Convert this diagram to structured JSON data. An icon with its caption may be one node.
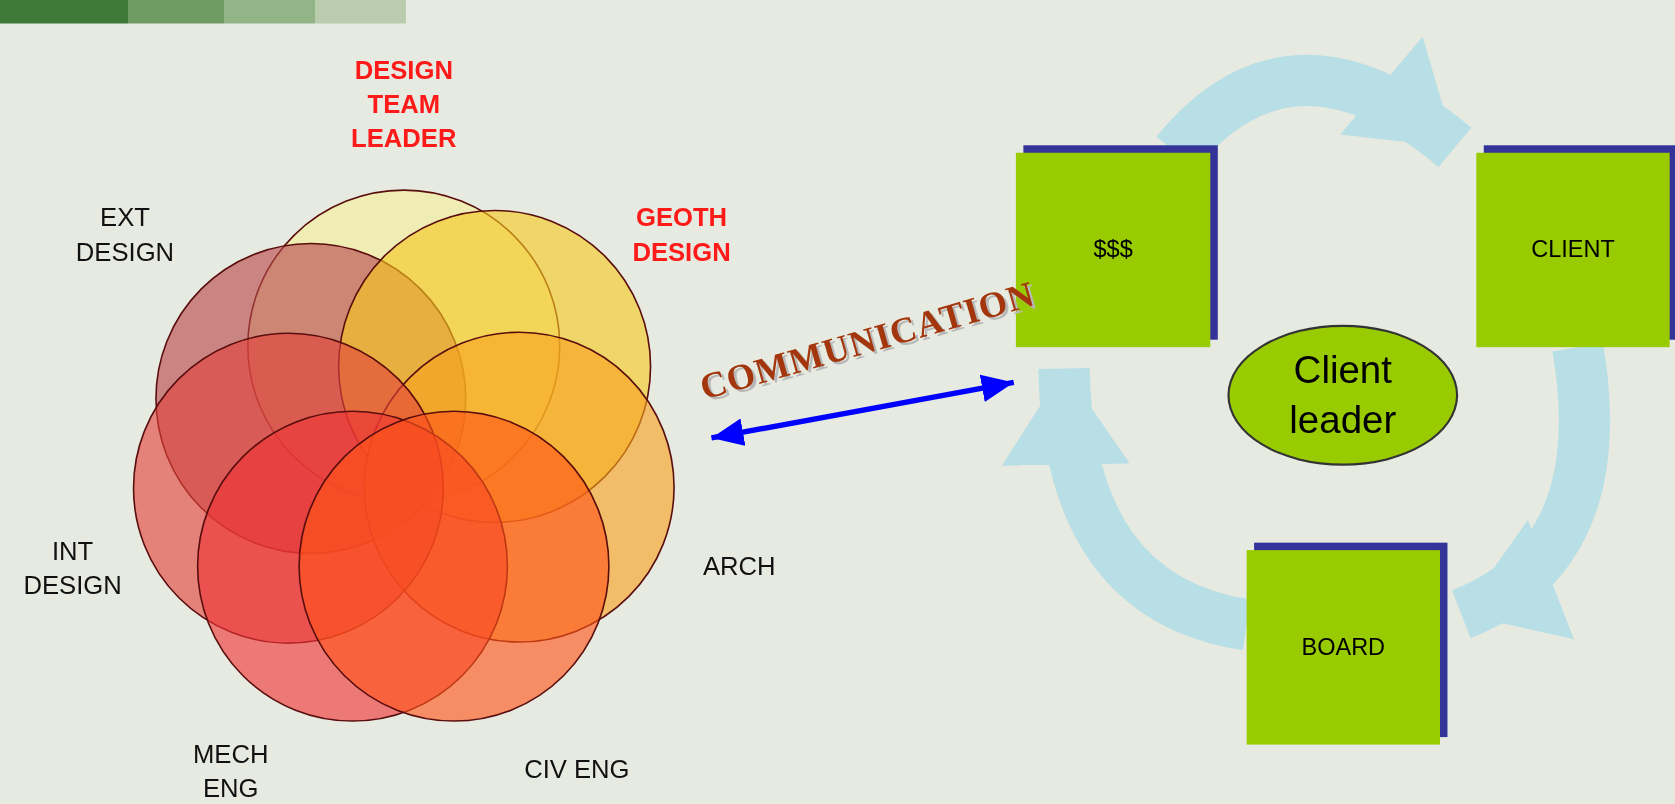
{
  "diagram": {
    "nodes": [
      {
        "text": [
          "DESIGN TEAM LEADER"
        ]
      },
      {
        "text": [
          "EXT DESIGN"
        ]
      },
      {
        "text": [
          "GEOTH DESIGN"
        ]
      },
      {
        "text": [
          "$$$"
        ]
      },
      {
        "text": [
          "CLIENT"
        ]
      },
      {
        "text": [
          "Client leader"
        ]
      },
      {
        "text": [
          "ARCH"
        ]
      },
      {
        "text": [
          "INT DESIGN"
        ]
      },
      {
        "text": [
          "BOARD"
        ]
      },
      {
        "text": [
          "MECH ENG"
        ]
      },
      {
        "text": [
          "CIV ENG"
        ]
      }
    ],
    "edges": [
      {
        "from": 3,
        "to": 4,
        "arrow": "to"
      },
      {
        "from": 4,
        "to": 8,
        "arrow": "to"
      },
      {
        "from": 8,
        "to": 3,
        "arrow": "to"
      },
      {
        "from": 6,
        "to": 3,
        "arrow": "both",
        "label": "COMMUNICATION",
        "color": "#0000ff"
      }
    ]
  }
}
